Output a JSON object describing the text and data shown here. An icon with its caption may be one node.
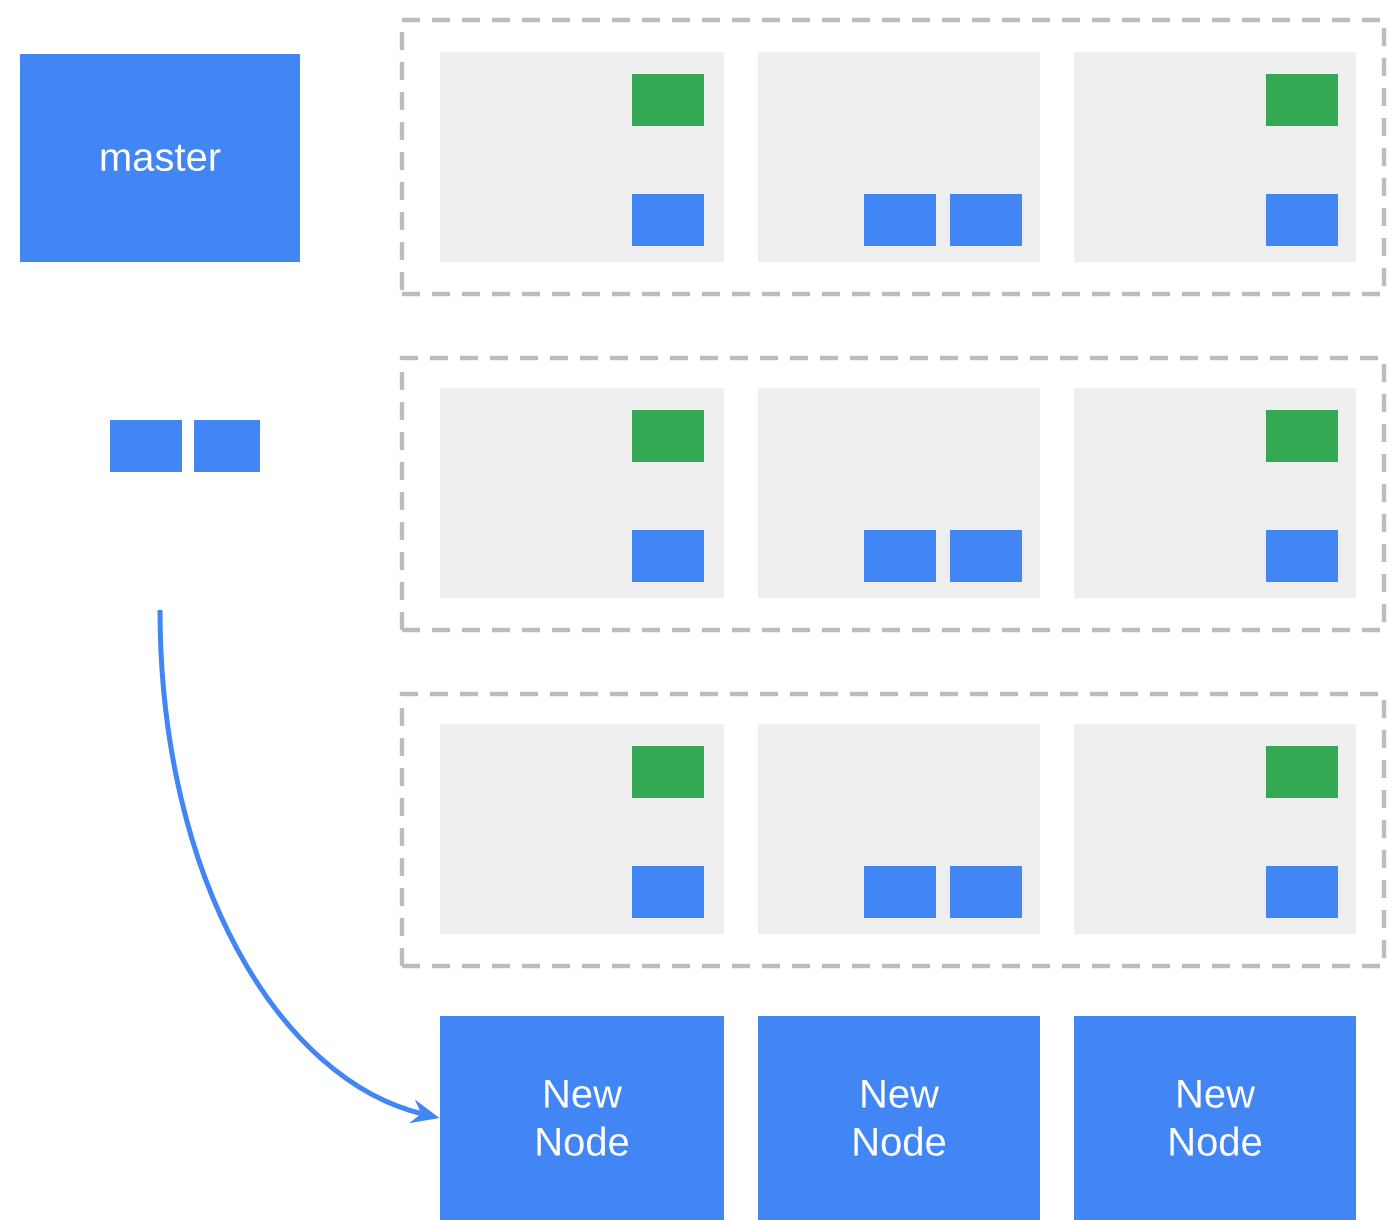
{
  "diagram": {
    "nodes": [
      {
        "text": [
          "master"
        ]
      },
      {
        "text": [],
        "shape": "box"
      },
      {
        "text": [],
        "shape": "box",
        "in": 1
      },
      {
        "text": [],
        "shape": "box",
        "in": 1
      },
      {
        "text": [],
        "shape": "box",
        "in": 1
      },
      {
        "text": [],
        "shape": "box"
      },
      {
        "text": [],
        "shape": "box",
        "in": 5
      },
      {
        "text": [],
        "shape": "box",
        "in": 5
      },
      {
        "text": [],
        "shape": "box",
        "in": 5
      },
      {
        "text": [],
        "shape": "box"
      },
      {
        "text": [],
        "shape": "box",
        "in": 9
      },
      {
        "text": [],
        "shape": "box",
        "in": 9
      },
      {
        "text": [],
        "shape": "box",
        "in": 9
      },
      {
        "text": [
          "New Node"
        ]
      },
      {
        "text": [
          "New Node"
        ]
      },
      {
        "text": [
          "New Node"
        ]
      }
    ],
    "edges": [
      {
        "from": null,
        "to": 13,
        "arrow": "to"
      }
    ]
  }
}
